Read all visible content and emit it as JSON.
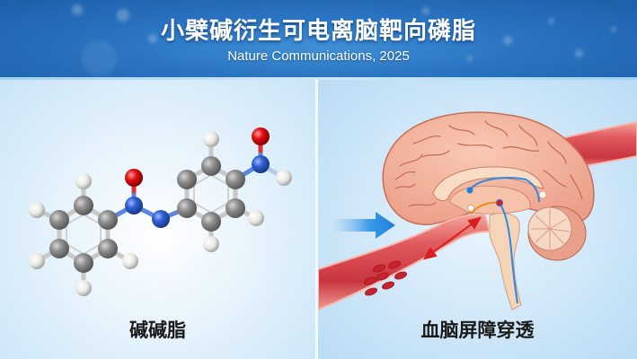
{
  "header": {
    "title": "小檗碱衍生可电离脑靶向磷脂",
    "subtitle": "Nature Communications, 2025",
    "background_color": "#2a74c2"
  },
  "panels": [
    {
      "id": "left",
      "label": "碱碱脂",
      "illustration": "ball-and-stick-molecule-icon",
      "atom_colors": {
        "carbon": "#8c8c8c",
        "hydrogen": "#f2f2f2",
        "nitrogen": "#2f5fd0",
        "oxygen": "#e01010"
      }
    },
    {
      "id": "right",
      "label": "血脑屏障穿透",
      "illustration": "brain-blood-vessel-icon",
      "colors": {
        "brain": "#f2b29a",
        "vessel": "#d9434a",
        "arrow_blue": "#1f8ae0",
        "arrow_red": "#d81e1e"
      }
    }
  ]
}
